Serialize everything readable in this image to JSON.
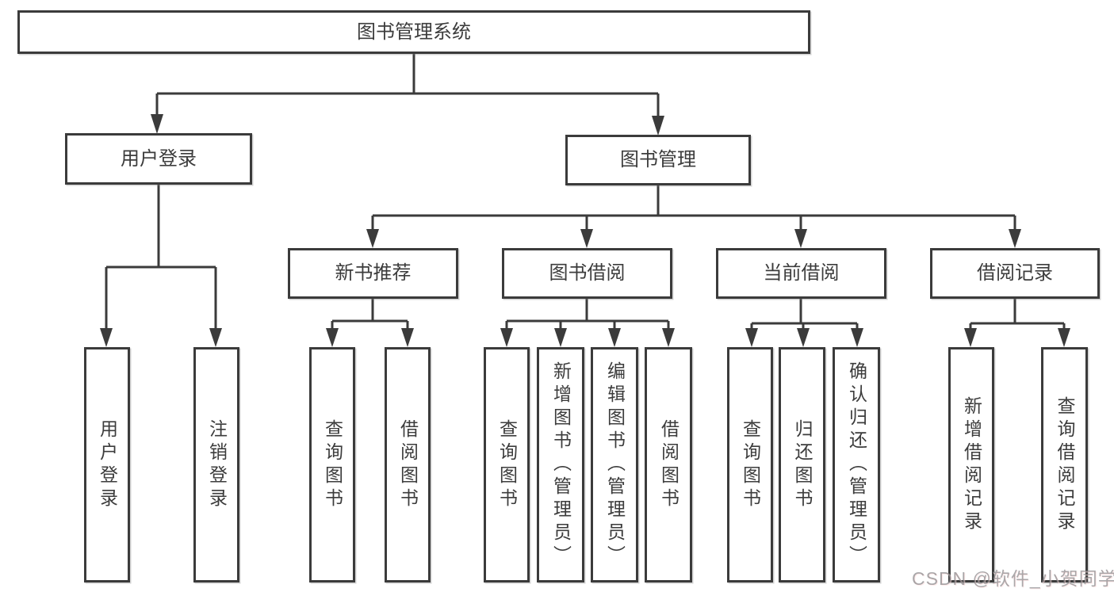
{
  "colors": {
    "line": "#3b3b3b",
    "box_border": "#3b3b3b",
    "text": "#3c3c3c",
    "background": "#ffffff",
    "watermark": "#7d7d80"
  },
  "tree": {
    "root": {
      "label": "图书管理系统"
    },
    "branches": [
      {
        "label": "用户登录",
        "children": [
          "用户登录",
          "注销登录"
        ]
      },
      {
        "label": "图书管理",
        "groups": [
          {
            "label": "新书推荐",
            "children": [
              "查询图书",
              "借阅图书"
            ]
          },
          {
            "label": "图书借阅",
            "children": [
              "查询图书",
              "新增图书（管理员）",
              "编辑图书（管理员）",
              "借阅图书"
            ]
          },
          {
            "label": "当前借阅",
            "children": [
              "查询图书",
              "归还图书",
              "确认归还（管理员）"
            ]
          },
          {
            "label": "借阅记录",
            "children": [
              "新增借阅记录",
              "查询借阅记录"
            ]
          }
        ]
      }
    ]
  },
  "watermark": "CSDN @软件_小贺同学"
}
